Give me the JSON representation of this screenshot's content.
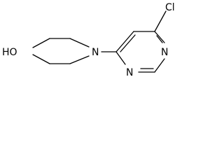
{
  "structure": {
    "labels": {
      "hydroxyl": "HO",
      "piperidine_n": "N",
      "pyrimidine_n_top": "N",
      "pyrimidine_n_bottom": "N",
      "chlorine": "Cl"
    },
    "colors": {
      "bond": "#000000",
      "text": "#000000",
      "background": "#ffffff"
    }
  }
}
